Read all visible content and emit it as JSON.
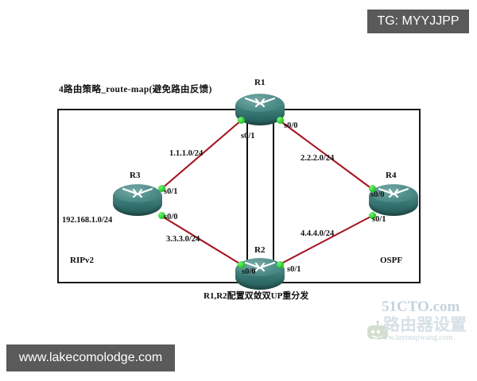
{
  "badge": {
    "text": "TG: MYYJJPP"
  },
  "footer": {
    "url_plate": "www.lakecomolodge.com"
  },
  "diagram": {
    "title": "4路由策略_route-map(避免路由反馈)",
    "caption": "R1,R2配置双敛双UP重分发",
    "zones": {
      "left": "RIPv2",
      "right": "OSPF"
    }
  },
  "routers": [
    {
      "id": "r1",
      "label": "R1"
    },
    {
      "id": "r2",
      "label": "R2"
    },
    {
      "id": "r3",
      "label": "R3"
    },
    {
      "id": "r4",
      "label": "R4"
    }
  ],
  "interfaces": [
    {
      "id": "r1-s01",
      "label": "s0/1"
    },
    {
      "id": "r1-s00",
      "label": "s0/0"
    },
    {
      "id": "r3-s01",
      "label": "s0/1"
    },
    {
      "id": "r3-s00",
      "label": "s0/0"
    },
    {
      "id": "r4-s00",
      "label": "s0/0"
    },
    {
      "id": "r4-s01",
      "label": "s0/1"
    },
    {
      "id": "r2-s00",
      "label": "s0/0"
    },
    {
      "id": "r2-s01",
      "label": "s0/1"
    }
  ],
  "networks": [
    {
      "id": "net-1",
      "label": "1.1.1.0/24"
    },
    {
      "id": "net-2",
      "label": "2.2.2.0/24"
    },
    {
      "id": "net-3",
      "label": "3.3.3.0/24"
    },
    {
      "id": "net-4",
      "label": "4.4.4.0/24"
    },
    {
      "id": "net-lan",
      "label": "192.168.1.0/24"
    }
  ],
  "watermark": {
    "brand": "51CTO.com",
    "cn": "路由器设置",
    "url": "www.luyouqiwang.com"
  },
  "colors": {
    "link_red": "#a51420",
    "router_teal": "#3f807c",
    "dot_green": "#2fd02f",
    "plate_gray": "#5a5a5a",
    "frame_black": "#1a1a1a"
  }
}
